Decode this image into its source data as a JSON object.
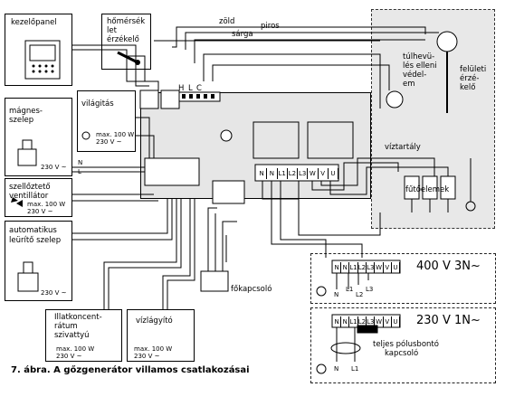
{
  "labels": {
    "kezelopanel": "kezelőpanel",
    "homerseklet_1": "hőmérsék",
    "homerseklet_2": "let",
    "homerseklet_3": "érzékelő",
    "zold": "zöld",
    "piros": "piros",
    "sarga": "sárga",
    "h": "H",
    "l": "L",
    "c": "C",
    "tulhev_1": "túlhevü-",
    "tulhev_2": "lés elleni",
    "tulhev_3": "védel-",
    "tulhev_4": "em",
    "feluleti_1": "felületi",
    "feluleti_2": "érzé-",
    "feluleti_3": "kelő",
    "magnesszelep_1": "mágnes-",
    "magnesszelep_2": "szelep",
    "magnesszelep_v": "230 V ~",
    "vilagitas": "világitás",
    "vilagitas_max": "max. 100 W",
    "vilagitas_v": "230 V ~",
    "szellozteto_1": "szellőztető",
    "szellozteto_2": "ventillátor",
    "szellozteto_max": "max. 100 W",
    "szellozteto_v": "230 V ~",
    "automatikus_1": "automatikus",
    "automatikus_2": "leürítő szelep",
    "automatikus_v": "230 V ~",
    "viztartaly": "víztartály",
    "futoelemek": "fűtőelemek",
    "fokapcsolo": "főkapcsoló",
    "illat_1": "Illatkoncent-",
    "illat_2": "rátum",
    "illat_3": "szivattyú",
    "illat_max": "max. 100 W",
    "illat_v": "230 V ~",
    "vizlagyito": "vízlágyító",
    "vizlagyito_max": "max. 100 W",
    "vizlagyito_v": "230 V ~",
    "v400": "400 V 3N~",
    "v230": "230 V 1N~",
    "teljes_1": "teljes pólusbontó",
    "teljes_2": "kapcsoló",
    "n_a": "N",
    "l1_a": "L1",
    "l2_a": "L2",
    "l3_a": "L3",
    "n_b": "N",
    "l1_b": "L1",
    "caption": "7. ábra. A gőzgenerátor villamos csatlakozásai",
    "n_left": "N",
    "l_left": "L"
  },
  "terminal_strip": [
    "N",
    "N",
    "L1",
    "L2",
    "L3",
    "W",
    "V",
    "U"
  ],
  "colors": {
    "line": "#000000",
    "board": "#e6e6e6",
    "tank": "#e8e8e8"
  }
}
